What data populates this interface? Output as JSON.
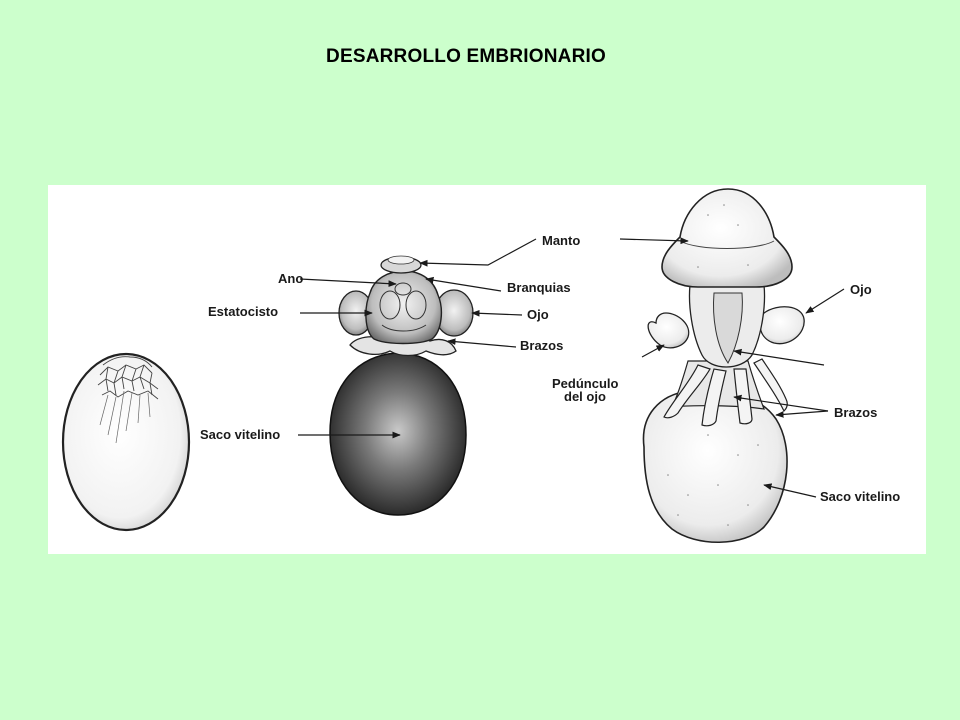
{
  "title": "DESARROLLO EMBRIONARIO",
  "colors": {
    "background": "#ccffcc",
    "panel": "#ffffff",
    "ink": "#1a1a1a"
  },
  "labels": {
    "stage2": {
      "manto": "Manto",
      "ano": "Ano",
      "branquias": "Branquias",
      "estatocisto": "Estatocisto",
      "ojo": "Ojo",
      "brazos": "Brazos",
      "saco_vitelino": "Saco vitelino"
    },
    "stage3": {
      "ojo": "Ojo",
      "pedunculo_line1": "Pedúnculo",
      "pedunculo_line2": "del ojo",
      "brazos": "Brazos",
      "saco_vitelino": "Saco vitelino"
    }
  }
}
